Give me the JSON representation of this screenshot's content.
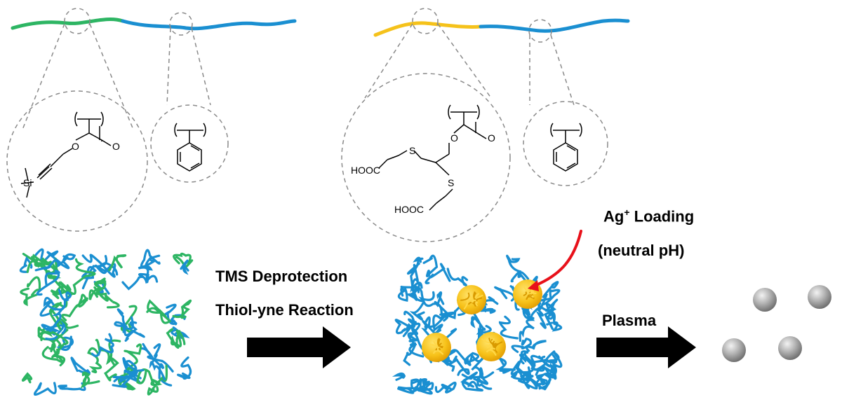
{
  "colors": {
    "block_green": "#2db563",
    "block_yellow": "#f5c21b",
    "block_blue": "#1a8fd1",
    "arrow": "#000000",
    "ag_arrow": "#e8111a",
    "particle": "#9b9b9b",
    "dashed": "#8a8a8a"
  },
  "icons": [
    "polymer-chain",
    "monomer-structure",
    "process-arrow",
    "nanoparticle"
  ],
  "labels": {
    "step1_line1": "TMS Deprotection",
    "step1_line2": "Thiol-yne Reaction",
    "ag_prefix": "Ag",
    "ag_sup": "+",
    "ag_suffix": " Loading",
    "ag_line2": "(neutral pH)",
    "step3": "Plasma"
  },
  "structures": {
    "tms_si": "Si",
    "tms_o1": "O",
    "tms_o2": "O",
    "thiol_o1": "O",
    "thiol_o2": "O",
    "thiol_s1": "S",
    "thiol_s2": "S",
    "thiol_acid1": "HOOC",
    "thiol_acid2": "HOOC"
  }
}
